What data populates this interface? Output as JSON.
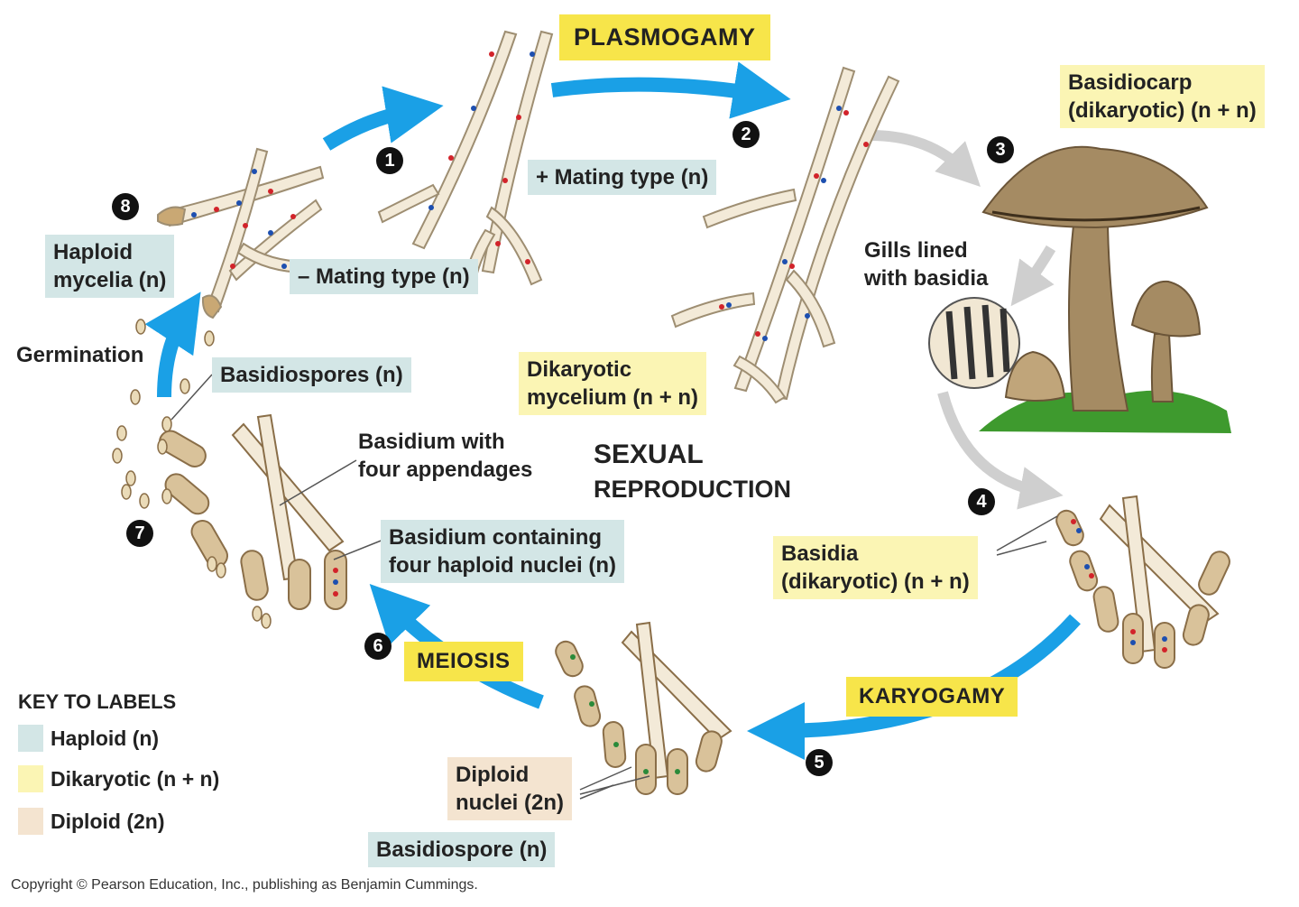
{
  "title": "",
  "stages": {
    "plasmogamy": "PLASMOGAMY",
    "karyogamy": "KARYOGAMY",
    "meiosis": "MEIOSIS"
  },
  "center_label": {
    "line1": "SEXUAL",
    "line2": "REPRODUCTION"
  },
  "steps": [
    "1",
    "2",
    "3",
    "4",
    "5",
    "6",
    "7",
    "8"
  ],
  "labels": {
    "plus_mating_type": "+ Mating type (n)",
    "minus_mating_type": "– Mating type (n)",
    "haploid_mycelia_1": "Haploid",
    "haploid_mycelia_2": "mycelia (n)",
    "dikaryotic_mycelium_1": "Dikaryotic",
    "dikaryotic_mycelium_2": "mycelium (n + n)",
    "basidiocarp_1": "Basidiocarp",
    "basidiocarp_2": "(dikaryotic) (n + n)",
    "gills_1": "Gills lined",
    "gills_2": "with basidia",
    "germination": "Germination",
    "basidiospores_n": "Basidiospores (n)",
    "basidium_appendages_1": "Basidium with",
    "basidium_appendages_2": "four appendages",
    "basidium_haploid_1": "Basidium containing",
    "basidium_haploid_2": "four haploid nuclei (n)",
    "basidia_dik_1": "Basidia",
    "basidia_dik_2": "(dikaryotic) (n + n)",
    "diploid_nuclei_1": "Diploid",
    "diploid_nuclei_2": "nuclei (2n)",
    "basidiospore_n": "Basidiospore (n)"
  },
  "key": {
    "title": "KEY TO LABELS",
    "items": [
      {
        "label": "Haploid (n)",
        "color": "#d3e6e6"
      },
      {
        "label": "Dikaryotic (n + n)",
        "color": "#fbf5b4"
      },
      {
        "label": "Diploid (2n)",
        "color": "#f4e4d0"
      }
    ]
  },
  "colors": {
    "cycle_arrow": "#1aa0e6",
    "grey_arrow": "#cfcfcf",
    "hyphae": "#f3ead8",
    "basidia": "#d9c29a",
    "mushroom_cap": "#a58b63",
    "grass": "#3e9a2e",
    "nucleus_red": "#d2232a",
    "nucleus_blue": "#1d4fb0",
    "nucleus_green": "#2a8a3a"
  },
  "copyright": "Copyright © Pearson Education, Inc., publishing as Benjamin Cummings."
}
